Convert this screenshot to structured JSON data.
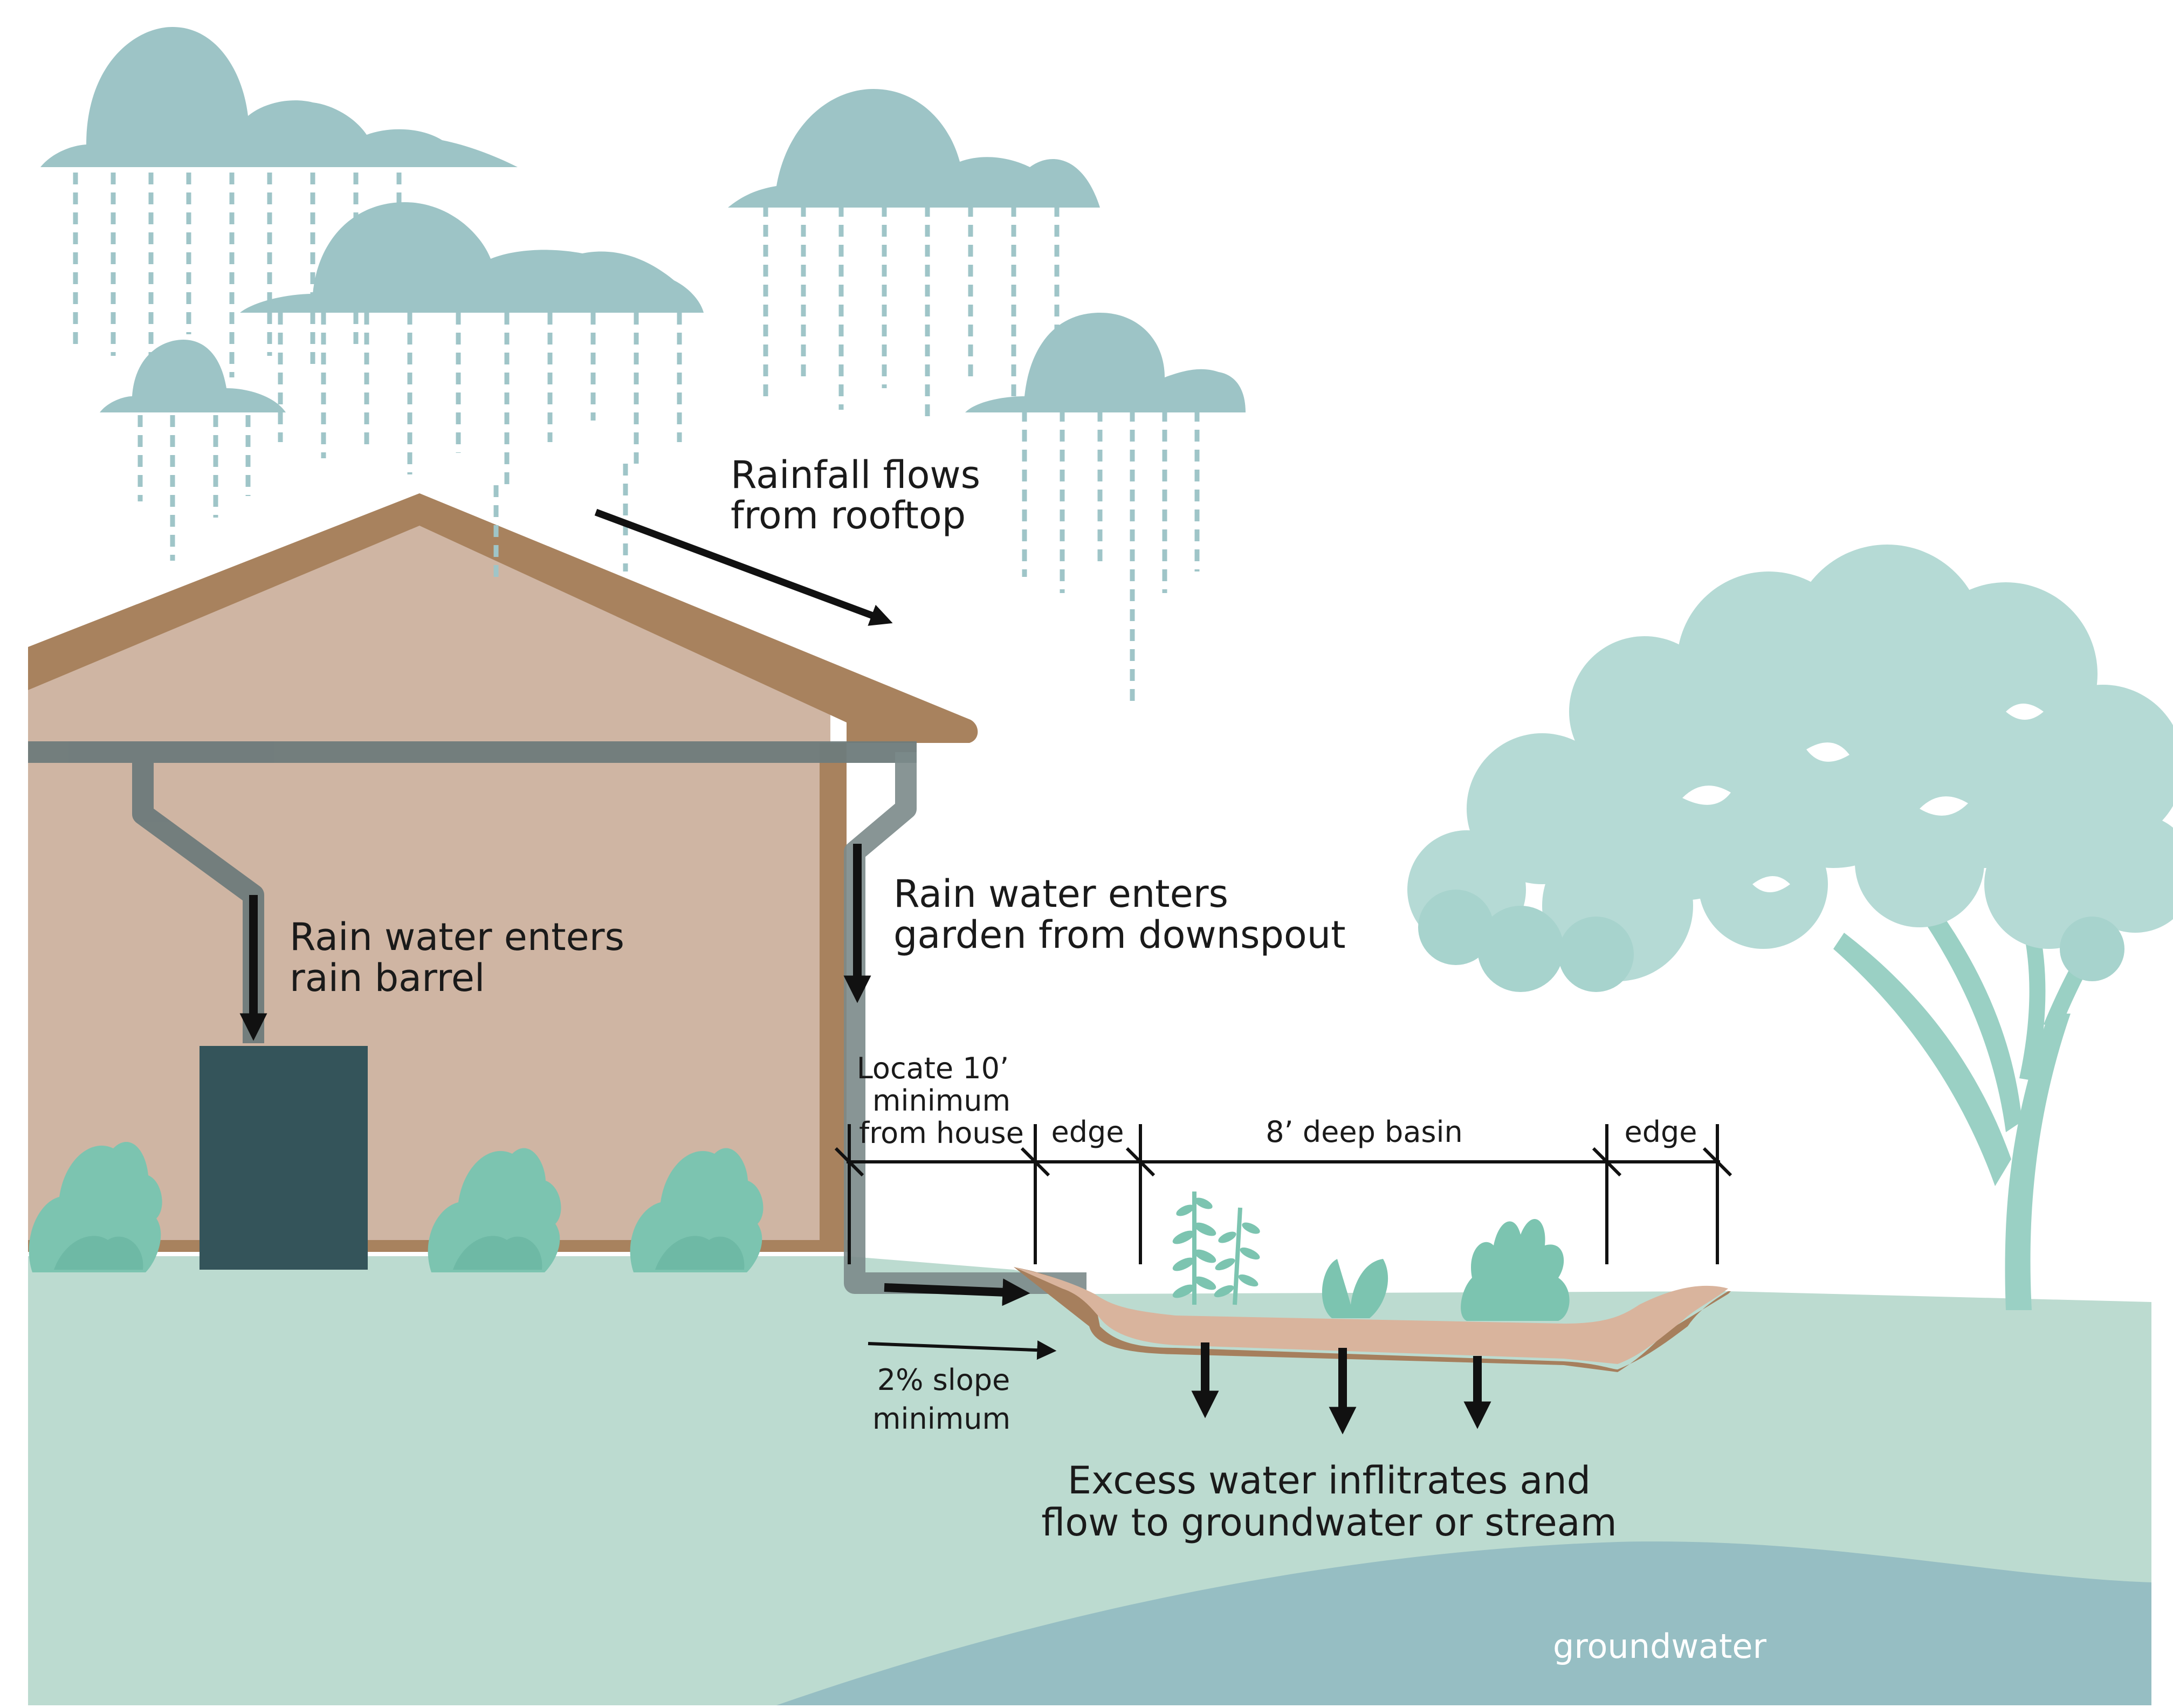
{
  "colors": {
    "cloud": "#9dc4c6",
    "rain": "#9fc5c8",
    "house_wall": "#cfb5a3",
    "roof_trim": "#a8825e",
    "gutter": "#6e7b7b",
    "rain_barrel": "#34545a",
    "shrub": "#7cc4b0",
    "ground": "#bcdbd0",
    "groundwater": "#96bec3",
    "basin_soil": "#a67f5d",
    "basin_liner": "#d9b49d",
    "tree_canopy": "#b5dad5",
    "tree_trunk": "#9ad0c4",
    "arrow": "#111111"
  },
  "icons": [
    "cloud-icon",
    "rain-icon",
    "house-icon",
    "gutter-icon",
    "downspout-icon",
    "rain-barrel-icon",
    "shrub-icon",
    "plant-icon",
    "tree-icon",
    "arrow-icon"
  ],
  "labels": {
    "rooftop": [
      "Rainfall flows",
      "from rooftop"
    ],
    "barrel": [
      "Rain water enters",
      "rain barrel"
    ],
    "downspout": [
      "Rain water enters",
      "garden from downspout"
    ],
    "distance": [
      "Locate 10’",
      "minimum",
      "from house"
    ],
    "edge_left": "edge",
    "basin": "8’ deep basin",
    "edge_right": "edge",
    "slope": [
      "2% slope",
      "minimum"
    ],
    "infiltration": [
      "Excess water inflitrates and",
      "flow to groundwater or stream"
    ],
    "groundwater": "groundwater"
  }
}
